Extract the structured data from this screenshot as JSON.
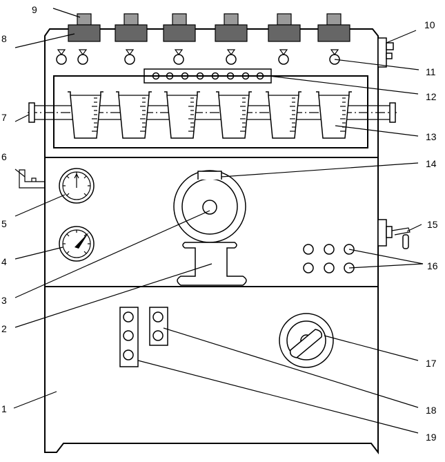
{
  "callouts": [
    {
      "id": "1",
      "text": "1"
    },
    {
      "id": "2",
      "text": "2"
    },
    {
      "id": "3",
      "text": "3"
    },
    {
      "id": "4",
      "text": "4"
    },
    {
      "id": "5",
      "text": "5"
    },
    {
      "id": "6",
      "text": "6"
    },
    {
      "id": "7",
      "text": "7"
    },
    {
      "id": "8",
      "text": "8"
    },
    {
      "id": "9",
      "text": "9"
    },
    {
      "id": "10",
      "text": "10"
    },
    {
      "id": "11",
      "text": "11"
    },
    {
      "id": "12",
      "text": "12"
    },
    {
      "id": "13",
      "text": "13"
    },
    {
      "id": "14",
      "text": "14"
    },
    {
      "id": "15",
      "text": "15"
    },
    {
      "id": "16",
      "text": "16"
    },
    {
      "id": "17",
      "text": "17"
    },
    {
      "id": "18",
      "text": "18"
    },
    {
      "id": "19",
      "text": "19"
    }
  ],
  "counts": {
    "top_injectors": 6,
    "measuring_cylinders": 6,
    "indicator_holes": 8,
    "control_knobs": 6
  }
}
